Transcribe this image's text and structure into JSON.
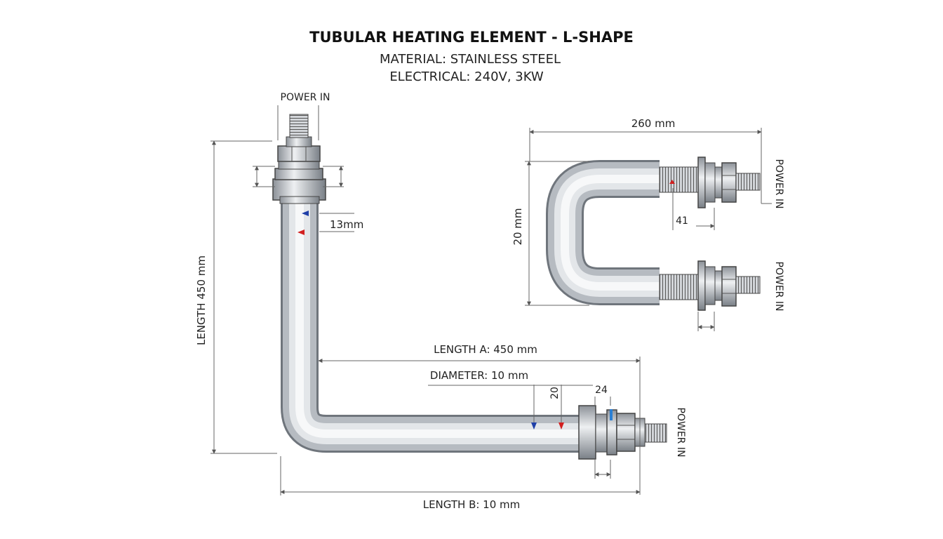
{
  "title": "TUBULAR HEATING ELEMENT - L-SHAPE",
  "material": "MATERIAL: STAINLESS STEEL",
  "electrical": "ELECTRICAL: 240V, 3KW",
  "colors": {
    "tube_light": "#f1f3f5",
    "tube_dark": "#8a9096",
    "arrow_blue": "#1f3fa8",
    "arrow_red": "#d22020",
    "marker_blue": "#2a7fd4"
  },
  "l_view": {
    "power_in_top": "POWER IN",
    "power_in_right": "POWER IN",
    "vertical_length": "LENGTH 450 mm",
    "tube_gap": "13mm",
    "length_a": "LENGTH A: 450 mm",
    "diameter": "DIAMETER: 10 mm",
    "dim_20": "20",
    "dim_24": "24",
    "length_b": "LENGTH B: 10 mm"
  },
  "u_view": {
    "width": "260 mm",
    "height": "20 mm",
    "dim_41": "41",
    "power_in_top": "POWER IN",
    "power_in_bottom": "POWER IN"
  }
}
